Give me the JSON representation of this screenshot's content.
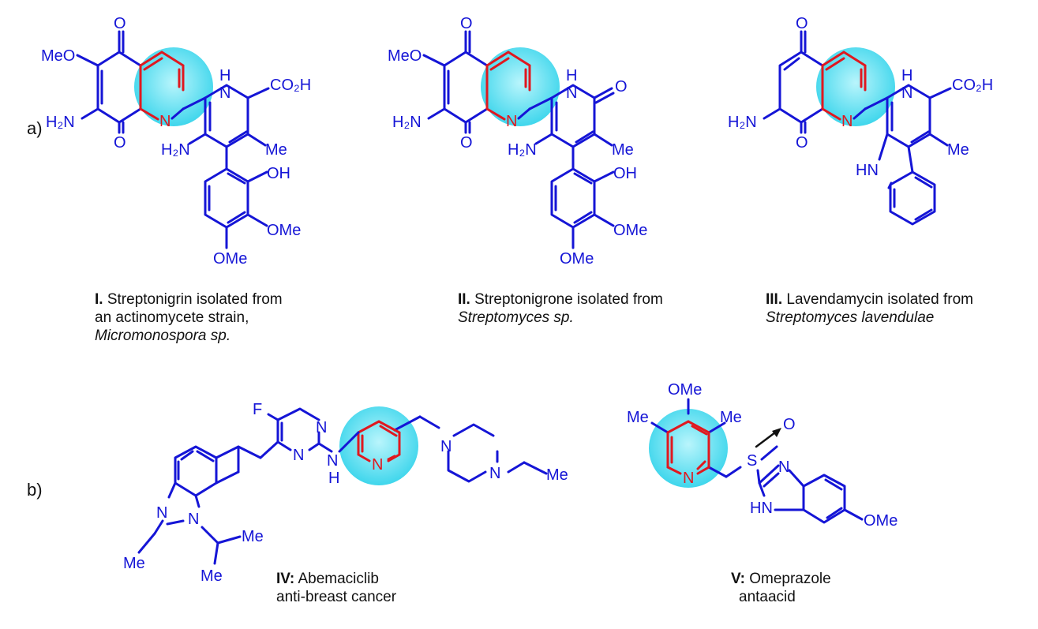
{
  "panels": {
    "a": "a)",
    "b": "b)"
  },
  "compounds": [
    {
      "id": "I",
      "numeral": "I.",
      "name": "Streptonigrin isolated from",
      "source_plain": "an actinomycete strain,",
      "source_italic": "Micromonospora sp."
    },
    {
      "id": "II",
      "numeral": "II.",
      "name": "Streptonigrone isolated from",
      "source_italic": "Streptomyces sp."
    },
    {
      "id": "III",
      "numeral": "III.",
      "name": "Lavendamycin isolated from",
      "source_italic": "Streptomyces lavendulae"
    },
    {
      "id": "IV",
      "numeral": "IV:",
      "name": "Abemaciclib",
      "use": "anti-breast cancer"
    },
    {
      "id": "V",
      "numeral": "V:",
      "name": "Omeprazole",
      "use": "antaacid"
    }
  ],
  "atom_labels": {
    "s1": {
      "o_top": "O",
      "meo": "MeO",
      "h2n": "H₂N",
      "o_bot": "O",
      "n_pyr": "N",
      "nh": "H\nN",
      "co2h": "CO₂H",
      "h2n2": "H₂N",
      "me": "Me",
      "oh": "OH",
      "ome1": "OMe",
      "ome2": "OMe"
    },
    "s2": {
      "o_top": "O",
      "meo": "MeO",
      "h2n": "H₂N",
      "o_bot": "O",
      "n_pyr": "N",
      "nh": "H\nN",
      "o_amide": "O",
      "h2n2": "H₂N",
      "me": "Me",
      "oh": "OH",
      "ome1": "OMe",
      "ome2": "OMe"
    },
    "s3": {
      "o_top": "O",
      "h2n": "H₂N",
      "o_bot": "O",
      "n_pyr": "N",
      "nh": "H\nN",
      "co2h": "CO₂H",
      "me": "Me",
      "hn": "HN"
    },
    "s4": {
      "f": "F",
      "n1": "N",
      "n2": "N",
      "nh": "N\nH",
      "n_pyr": "N",
      "n_pip1": "N",
      "n_pip2": "N",
      "me_et": "Me",
      "n_bz1": "N",
      "n_bz2": "N",
      "me_bz": "Me",
      "me_ip1": "Me",
      "me_ip2": "Me"
    },
    "s5": {
      "ome": "OMe",
      "me1": "Me",
      "me2": "Me",
      "o": "O",
      "n_pyr": "N",
      "s": "S",
      "n_im": "N",
      "hn": "HN",
      "ome2": "OMe"
    }
  },
  "colors": {
    "structure": "#1515d6",
    "highlight_atom": "#e0181f",
    "highlight_fill": "#5fe1f2",
    "caption": "#111111"
  }
}
